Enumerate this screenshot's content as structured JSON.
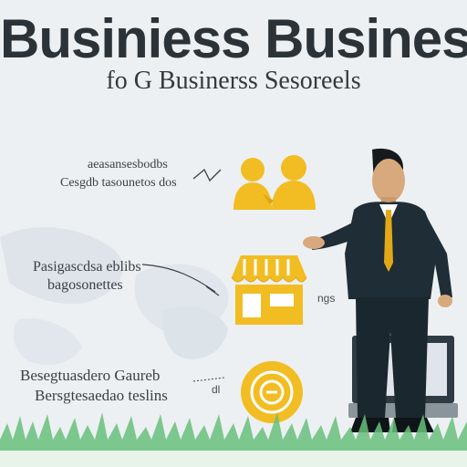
{
  "title": "Businiess Business",
  "subtitle": "fo G Businerss Sesoreels",
  "items": [
    {
      "line1": "aeasansesbodbs",
      "line2": "Cesgdb tasounetos dos",
      "icon": "people-icon"
    },
    {
      "line1": "Pasigascdsa eblibs",
      "line2": "bagosonettes",
      "icon": "storefront-icon"
    },
    {
      "line1": "Besegtuasdero Gaureb",
      "line2": "Bersgtesaedao teslins",
      "icon": "coin-icon"
    }
  ],
  "tags": {
    "store": "ngs",
    "coin": "dl"
  },
  "colors": {
    "accent": "#f2bd22",
    "suit": "#1f2d36",
    "text": "#2c3338",
    "grass": "#67c07b"
  }
}
